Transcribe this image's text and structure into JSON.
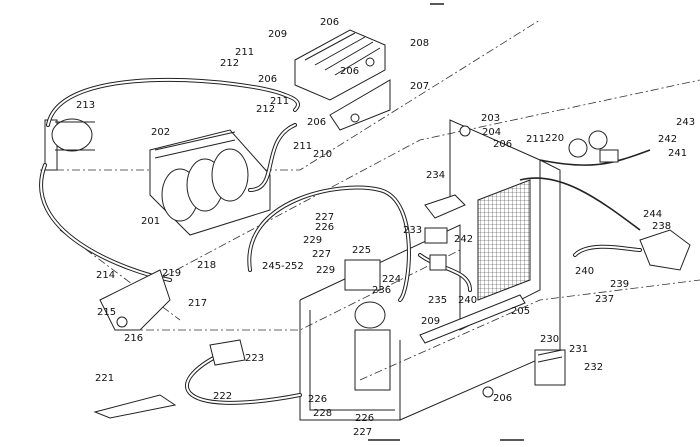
{
  "diagram": {
    "type": "exploded-parts-diagram",
    "callouts": [
      "206",
      "209",
      "208",
      "211",
      "212",
      "206",
      "206",
      "207",
      "213",
      "211",
      "212",
      "206",
      "202",
      "211",
      "210",
      "203",
      "204",
      "206",
      "211",
      "220",
      "243",
      "242",
      "241",
      "234",
      "227",
      "226",
      "229",
      "225",
      "227",
      "229",
      "233",
      "242",
      "244",
      "238",
      "201",
      "245-252",
      "224",
      "236",
      "235",
      "240",
      "209",
      "205",
      "240",
      "239",
      "237",
      "218",
      "219",
      "217",
      "214",
      "215",
      "216",
      "230",
      "231",
      "232",
      "223",
      "221",
      "222",
      "206",
      "226",
      "228",
      "226",
      "227"
    ]
  }
}
